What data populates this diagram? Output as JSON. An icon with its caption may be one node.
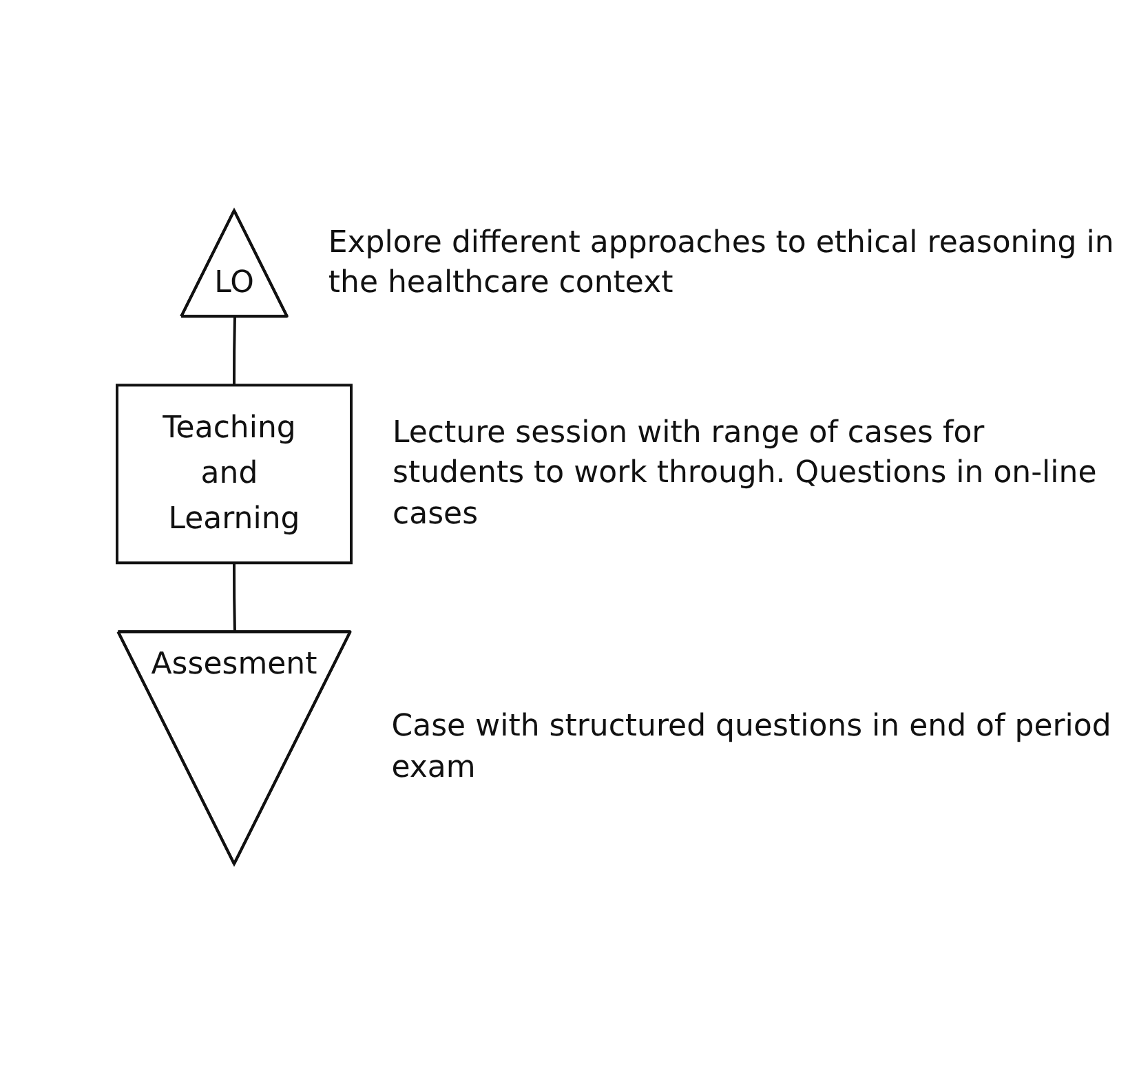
{
  "diagram": {
    "nodes": [
      {
        "text": [
          "LO"
        ],
        "beside": [
          "Explore different approaches to ethical reasoning in the healthcare context"
        ]
      },
      {
        "text": [
          "Teaching and Learning"
        ],
        "beside": [
          "Lecture session with range of cases for students to work through. Questions in on-line cases"
        ]
      },
      {
        "text": [
          "Assesment"
        ],
        "beside": [
          "Case with structured questions in end of period exam"
        ]
      }
    ],
    "edges": [
      {
        "from": 0,
        "to": 1,
        "arrow": "none"
      },
      {
        "from": 1,
        "to": 2,
        "arrow": "none"
      }
    ]
  }
}
